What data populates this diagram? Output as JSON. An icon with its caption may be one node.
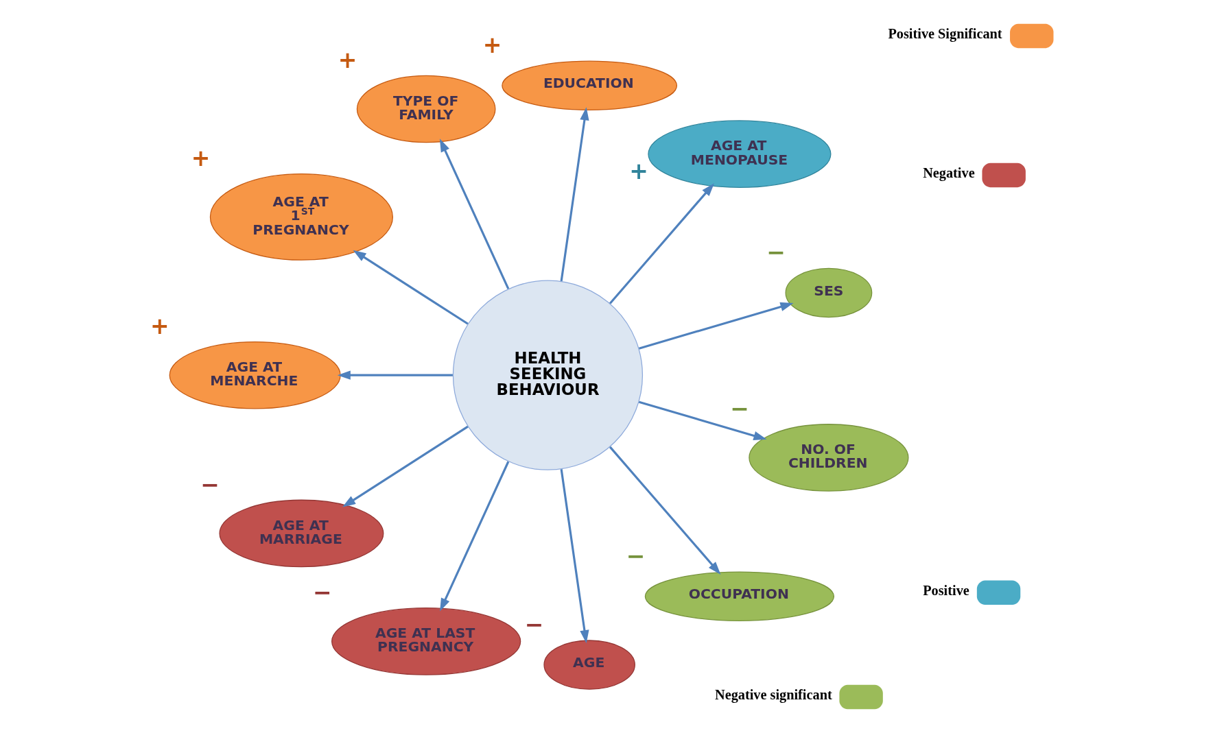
{
  "diagram": {
    "nodes": [
      {
        "text": [
          "HEALTH SEEKING BEHAVIOUR"
        ]
      },
      {
        "text": [
          "SES"
        ],
        "beside": [
          "−"
        ]
      },
      {
        "text": [
          "AGE AT MENOPAUSE"
        ],
        "beside": [
          "+"
        ]
      },
      {
        "text": [
          "EDUCATION"
        ],
        "beside": [
          "+"
        ]
      },
      {
        "text": [
          "TYPE OF FAMILY"
        ],
        "beside": [
          "+"
        ]
      },
      {
        "text": [
          "AGE AT 1$^{ST}$ PREGNANCY"
        ],
        "beside": [
          "+"
        ]
      },
      {
        "text": [
          "AGE AT MENARCHE"
        ],
        "beside": [
          "+"
        ]
      },
      {
        "text": [
          "AGE AT MARRIAGE"
        ],
        "beside": [
          "−"
        ]
      },
      {
        "text": [
          "AGE AT LAST PREGNANCY"
        ],
        "beside": [
          "−"
        ]
      },
      {
        "text": [
          "AGE"
        ],
        "beside": [
          "−"
        ]
      },
      {
        "text": [
          "OCCUPATION"
        ],
        "beside": [
          "−"
        ]
      },
      {
        "text": [
          "NO. OF CHILDREN"
        ],
        "beside": [
          "−"
        ]
      }
    ],
    "edges": [
      {
        "from": 0,
        "to": 1,
        "arrow": "to"
      },
      {
        "from": 0,
        "to": 2,
        "arrow": "to"
      },
      {
        "from": 0,
        "to": 3,
        "arrow": "to"
      },
      {
        "from": 0,
        "to": 4,
        "arrow": "to"
      },
      {
        "from": 0,
        "to": 5,
        "arrow": "to"
      },
      {
        "from": 0,
        "to": 6,
        "arrow": "to"
      },
      {
        "from": 0,
        "to": 7,
        "arrow": "to"
      },
      {
        "from": 0,
        "to": 8,
        "arrow": "to"
      },
      {
        "from": 0,
        "to": 9,
        "arrow": "to"
      },
      {
        "from": 0,
        "to": 10,
        "arrow": "to"
      },
      {
        "from": 0,
        "to": 11,
        "arrow": "to"
      }
    ],
    "legend": [
      {
        "text": "Positive",
        "color": "#4bacc6"
      },
      {
        "text": "Negative",
        "color": "#c0504d"
      },
      {
        "text": "Positive Significant",
        "color": "#f79646"
      },
      {
        "text": "Negative significant",
        "color": "#9bbb59"
      }
    ]
  }
}
